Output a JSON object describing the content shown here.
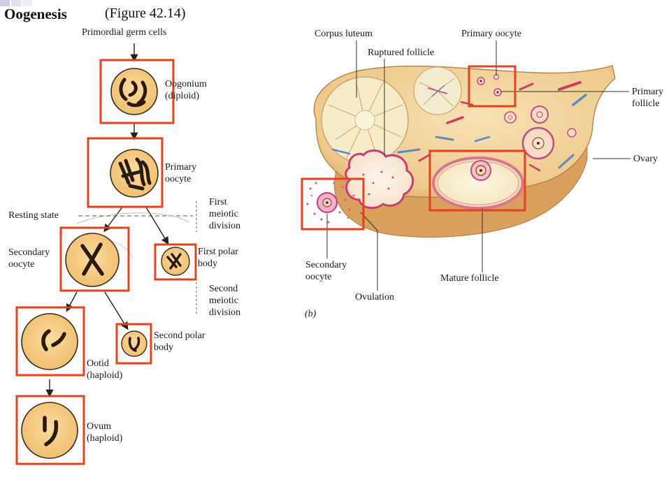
{
  "title": "Oogenesis",
  "figure_ref": "(Figure 42.14)",
  "left_labels": {
    "primordial": "Primordial germ cells",
    "oogonium": "Oogonium\n(diploid)",
    "primary_oocyte": "Primary\noocyte",
    "resting_state": "Resting state",
    "first_meiotic": "First\nmeiotic\ndivision",
    "secondary_oocyte": "Secondary\noocyte",
    "first_polar": "First polar\nbody",
    "second_meiotic": "Second\nmeiotic\ndivision",
    "second_polar": "Second polar\nbody",
    "ootid": "Ootid\n(haploid)",
    "ovum": "Ovum\n(haploid)"
  },
  "right_labels": {
    "corpus_luteum": "Corpus luteum",
    "primary_oocyte": "Primary oocyte",
    "ruptured_follicle": "Ruptured follicle",
    "primary_follicle": "Primary\nfollicle",
    "ovary": "Ovary",
    "secondary_oocyte": "Secondary\noocyte",
    "ovulation": "Ovulation",
    "mature_follicle": "Mature follicle",
    "panel": "(b)"
  },
  "colors": {
    "highlight": "#e8401c",
    "cell_fill": "#f8cf82",
    "cell_stroke": "#3a2a1a",
    "chromosome": "#2a1a10",
    "ovary_fill": "#f3d79f",
    "follicle_pink": "#d44a86"
  }
}
